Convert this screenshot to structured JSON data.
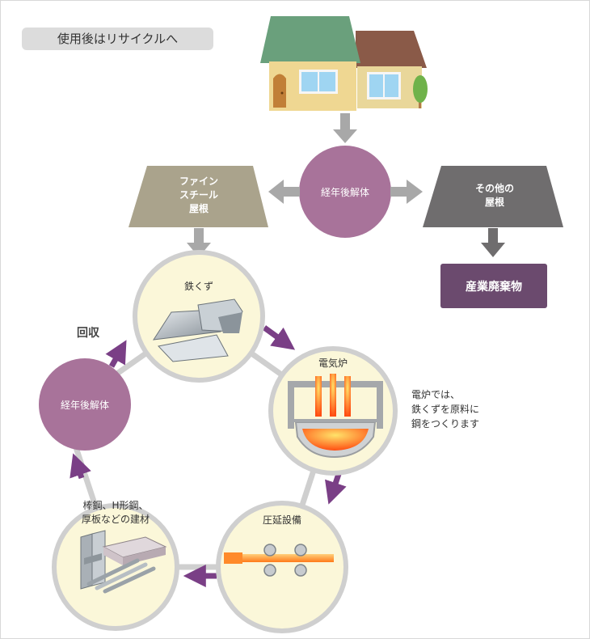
{
  "header": {
    "title": "使用後はリサイクルへ"
  },
  "top_flow": {
    "dismantle_label": "経年後解体",
    "fine_steel_roof": [
      "ファイン",
      "スチール",
      "屋根"
    ],
    "other_roof": [
      "その他の",
      "屋根"
    ],
    "industrial_waste": "産業廃棄物"
  },
  "cycle": {
    "collect_label": "回収",
    "dismantle_label": "経年後解体",
    "scrap_label": "鉄くず",
    "furnace_label": "電気炉",
    "furnace_note": [
      "電炉では、",
      "鉄くずを原料に",
      "鋼をつくります"
    ],
    "rolling_label": "圧延設備",
    "products_label": [
      "棒鋼、H形鋼、",
      "厚板などの建材"
    ]
  },
  "colors": {
    "purple_circle": "#a8739a",
    "dark_purple_box": "#6b4a6e",
    "cycle_arrow": "#7a3f86",
    "beige_trapezoid": "#aaa38c",
    "gray_trapezoid": "#6f6d6e",
    "circle_fill": "#fbf7d9",
    "circle_ring": "#cfcfcf",
    "gray_arrow": "#a8a8a8"
  },
  "icons": [
    "house-icon",
    "tree-icon",
    "scrap-iron-icon",
    "electric-furnace-icon",
    "rolling-mill-icon",
    "steel-products-icon"
  ]
}
